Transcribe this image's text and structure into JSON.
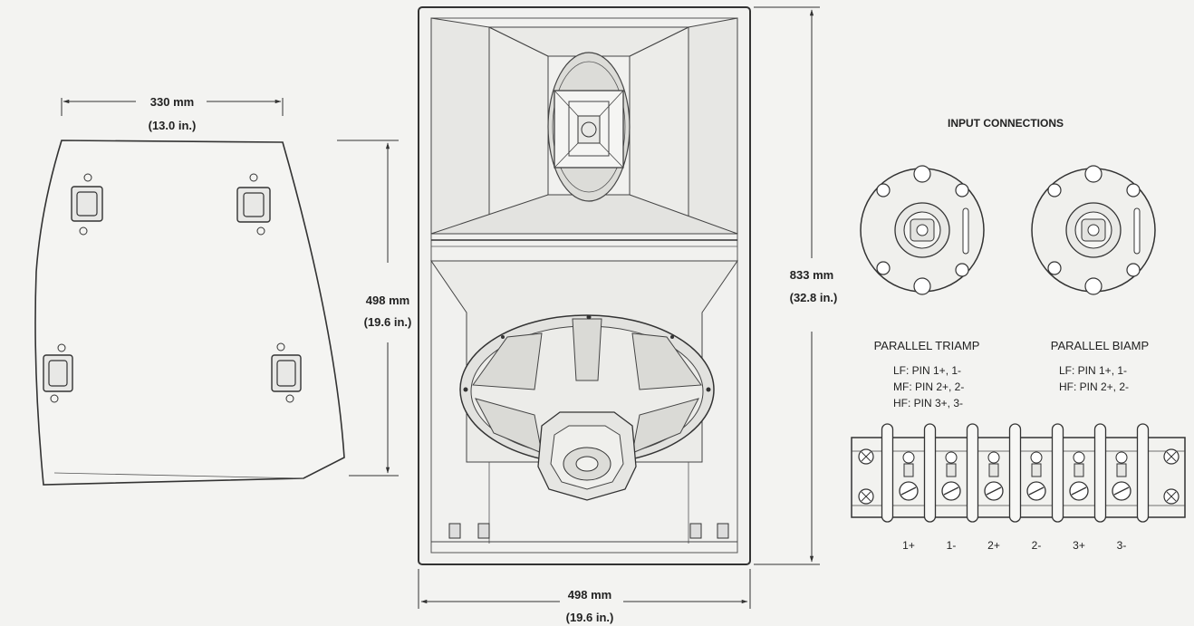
{
  "side_view": {
    "width_mm": "330 mm",
    "width_in": "(13.0 in.)",
    "height_mm": "498 mm",
    "height_in": "(19.6 in.)"
  },
  "front_view": {
    "height_mm": "833 mm",
    "height_in": "(32.8 in.)",
    "width_mm": "498 mm",
    "width_in": "(19.6 in.)"
  },
  "connections": {
    "title": "INPUT CONNECTIONS",
    "triamp": {
      "title": "PARALLEL TRIAMP",
      "lines": [
        "LF:  PIN 1+, 1-",
        "MF:  PIN 2+, 2-",
        "HF:  PIN 3+, 3-"
      ]
    },
    "biamp": {
      "title": "PARALLEL BIAMP",
      "lines": [
        "LF:  PIN 1+, 1-",
        "HF:  PIN 2+, 2-"
      ]
    },
    "terminals": [
      "1+",
      "1-",
      "2+",
      "2-",
      "3+",
      "3-"
    ]
  }
}
